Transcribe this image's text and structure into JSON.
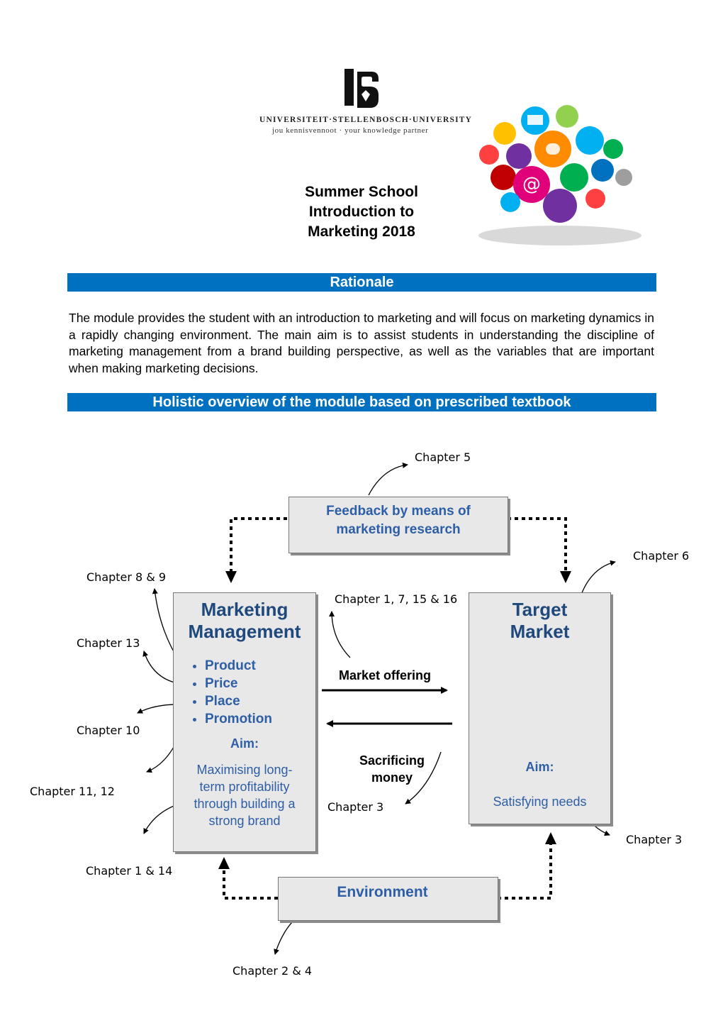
{
  "logo": {
    "line1": "UNIVERSITEIT·STELLENBOSCH·UNIVERSITY",
    "line2": "jou kennisvennoot · your knowledge partner"
  },
  "title": {
    "line1": "Summer School",
    "line2": "Introduction to",
    "line3": "Marketing 2018"
  },
  "sections": {
    "rationale_heading": "Rationale",
    "rationale_text": "The module provides the student with an introduction to marketing and will focus on marketing dynamics in a rapidly changing environment. The main aim is to assist students in understanding the discipline of marketing management from a brand building perspective, as well as the variables that are important when making marketing decisions.",
    "overview_heading": "Holistic overview of the module based on prescribed textbook"
  },
  "diagram": {
    "feedback_box": {
      "line1": "Feedback by means of",
      "line2": "marketing research"
    },
    "marketing_management": {
      "title1": "Marketing",
      "title2": "Management",
      "items": [
        "Product",
        "Price",
        "Place",
        "Promotion"
      ],
      "aim_label": "Aim:",
      "aim_text1": "Maximising long-",
      "aim_text2": "term profitability",
      "aim_text3": "through building a",
      "aim_text4": "strong brand"
    },
    "target_market": {
      "title1": "Target",
      "title2": "Market",
      "aim_label": "Aim:",
      "aim_text": "Satisfying needs"
    },
    "environment_box": "Environment",
    "market_offering": "Market offering",
    "sacrificing1": "Sacrificing",
    "sacrificing2": "money",
    "chapters": {
      "c5": "Chapter 5",
      "c6": "Chapter 6",
      "c89": "Chapter 8 & 9",
      "c171516": "Chapter 1, 7, 15 & 16",
      "c13": "Chapter 13",
      "c10": "Chapter 10",
      "c1112": "Chapter 11, 12",
      "c3a": "Chapter 3",
      "c3b": "Chapter 3",
      "c114": "Chapter 1 & 14",
      "c24": "Chapter 2 & 4"
    }
  },
  "colors": {
    "accent_bar": "#0070c0",
    "box_title": "#1f497d",
    "box_fill": "#e8e8e8"
  }
}
